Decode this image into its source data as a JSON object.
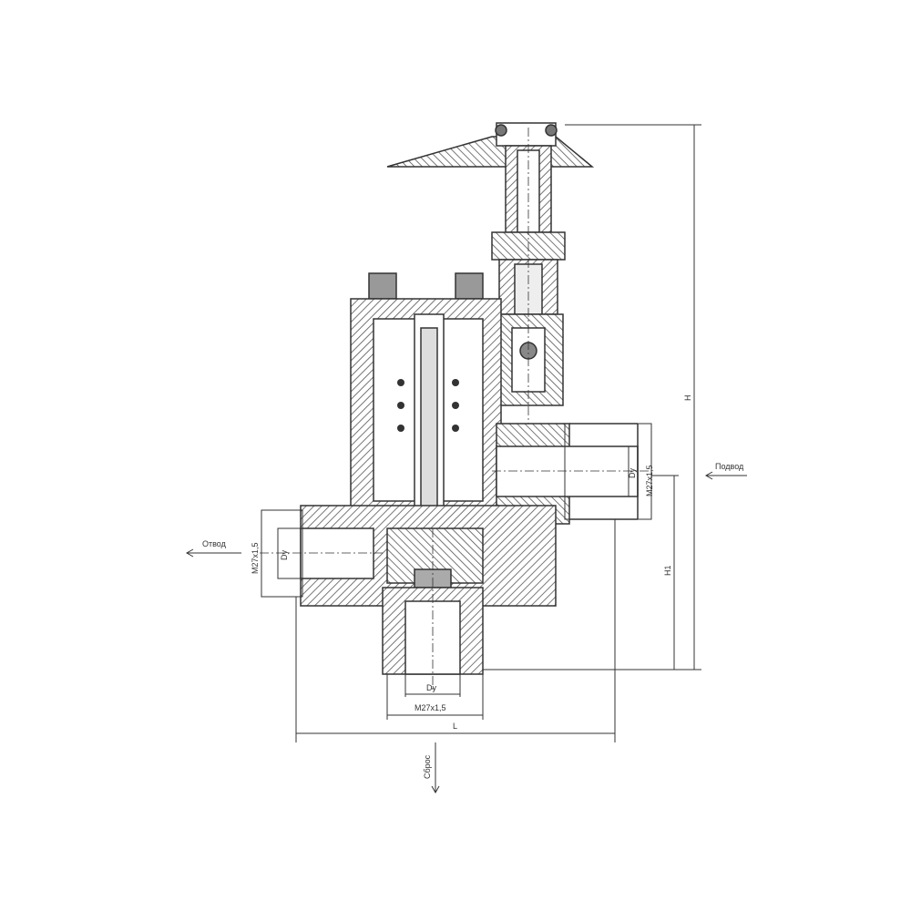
{
  "drawing": {
    "flows": {
      "outlet": "Отвод",
      "inlet": "Подвод",
      "drain": "Сброс"
    },
    "dimensions": {
      "height_total": "H",
      "height_partial": "H1",
      "length": "L",
      "nominal_bore": "Dy",
      "thread_left": "M27x1,5",
      "thread_right": "M27x1,5",
      "thread_bottom": "M27x1,5"
    }
  }
}
